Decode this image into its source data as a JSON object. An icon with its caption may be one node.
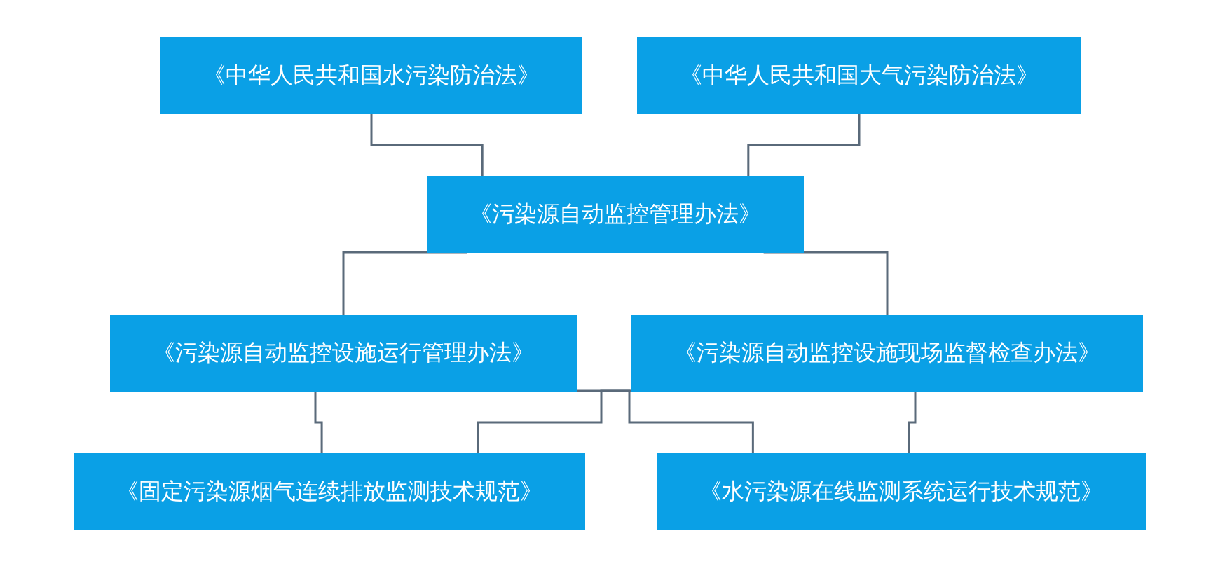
{
  "diagram": {
    "nodes": [
      {
        "text": [
          "《中华人民共和国水污染防治法》"
        ]
      },
      {
        "text": [
          "《中华人民共和国大气污染防治法》"
        ]
      },
      {
        "text": [
          "《污染源自动监控管理办法》"
        ]
      },
      {
        "text": [
          "《污染源自动监控设施运行管理办法》"
        ]
      },
      {
        "text": [
          "《污染源自动监控设施现场监督检查办法》"
        ]
      },
      {
        "text": [
          "《固定污染源烟气连续排放监测技术规范》"
        ]
      },
      {
        "text": [
          "《水污染源在线监测系统运行技术规范》"
        ]
      }
    ],
    "edges": [
      {
        "from": 0,
        "to": 2,
        "arrow": "none"
      },
      {
        "from": 1,
        "to": 2,
        "arrow": "none"
      },
      {
        "from": 2,
        "to": 3,
        "arrow": "none"
      },
      {
        "from": 2,
        "to": 4,
        "arrow": "none"
      },
      {
        "from": 3,
        "to": 5,
        "arrow": "none"
      },
      {
        "from": 3,
        "to": 6,
        "arrow": "none"
      },
      {
        "from": 4,
        "to": 5,
        "arrow": "none"
      },
      {
        "from": 4,
        "to": 6,
        "arrow": "none"
      }
    ]
  }
}
